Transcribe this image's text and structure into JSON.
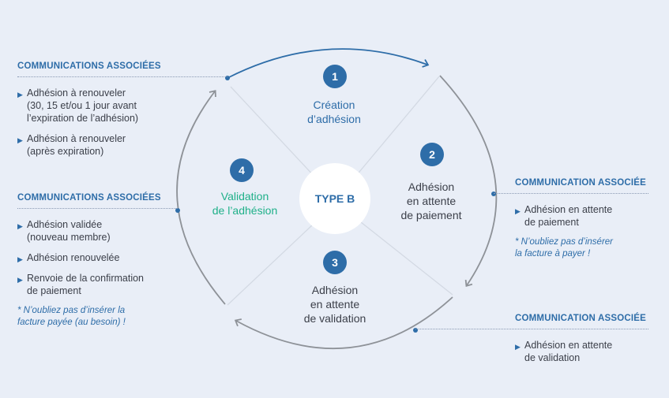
{
  "colors": {
    "background": "#e9eef7",
    "accent": "#2e6da8",
    "green": "#1fb089",
    "text": "#3b3f49",
    "gray_arc": "#8e9298",
    "cross_line": "#d3d9e3"
  },
  "center_label": "TYPE B",
  "steps": [
    {
      "num": "1",
      "label": "Création\nd’adhésion",
      "color": "#2e6da8"
    },
    {
      "num": "2",
      "label": "Adhésion\nen attente\nde paiement",
      "color": "#3b3f49"
    },
    {
      "num": "3",
      "label": "Adhésion\nen attente\nde validation",
      "color": "#3b3f49"
    },
    {
      "num": "4",
      "label": "Validation\nde l’adhésion",
      "color": "#1fb089"
    }
  ],
  "panels": {
    "top_left": {
      "title": "COMMUNICATIONS ASSOCIÉES",
      "items": [
        "Adhésion à renouveler\n(30, 15 et/ou 1 jour avant\nl’expiration de l’adhésion)",
        "Adhésion à renouveler\n(après expiration)"
      ]
    },
    "bottom_left": {
      "title": "COMMUNICATIONS ASSOCIÉES",
      "items": [
        "Adhésion validée\n(nouveau membre)",
        "Adhésion renouvelée",
        "Renvoie de la confirmation\nde paiement"
      ],
      "note": "* N’oubliez pas d’insérer la\n  facture payée (au besoin) !"
    },
    "right_top": {
      "title": "COMMUNICATION ASSOCIÉE",
      "items": [
        "Adhésion en attente\nde paiement"
      ],
      "note": "* N’oubliez pas d’insérer\n  la facture à payer !"
    },
    "right_bottom": {
      "title": "COMMUNICATION ASSOCIÉE",
      "items": [
        "Adhésion en attente\nde validation"
      ]
    }
  }
}
